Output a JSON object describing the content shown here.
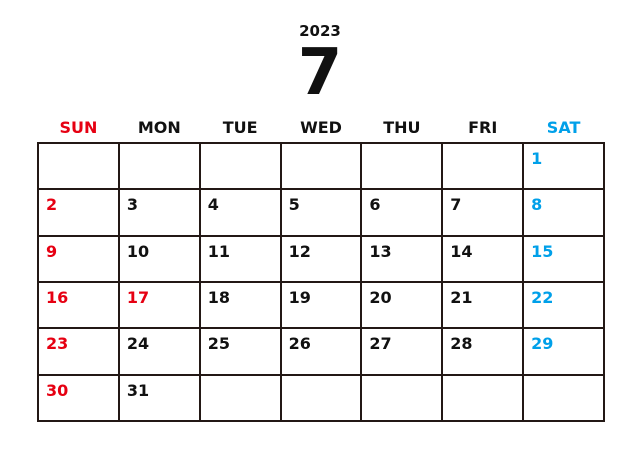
{
  "calendar": {
    "year": "2023",
    "month": "7",
    "weekdays": [
      "SUN",
      "MON",
      "TUE",
      "WED",
      "THU",
      "FRI",
      "SAT"
    ],
    "weeks": [
      [
        "",
        "",
        "",
        "",
        "",
        "",
        "1"
      ],
      [
        "2",
        "3",
        "4",
        "5",
        "6",
        "7",
        "8"
      ],
      [
        "9",
        "10",
        "11",
        "12",
        "13",
        "14",
        "15"
      ],
      [
        "16",
        "17",
        "18",
        "19",
        "20",
        "21",
        "22"
      ],
      [
        "23",
        "24",
        "25",
        "26",
        "27",
        "28",
        "29"
      ],
      [
        "30",
        "31",
        "",
        "",
        "",
        "",
        ""
      ]
    ],
    "holidays": [
      "17"
    ]
  },
  "colors": {
    "sunday": "#e60012",
    "saturday": "#00a0e9",
    "holiday": "#e60012",
    "weekday": "#111111",
    "grid_line": "#231815"
  }
}
